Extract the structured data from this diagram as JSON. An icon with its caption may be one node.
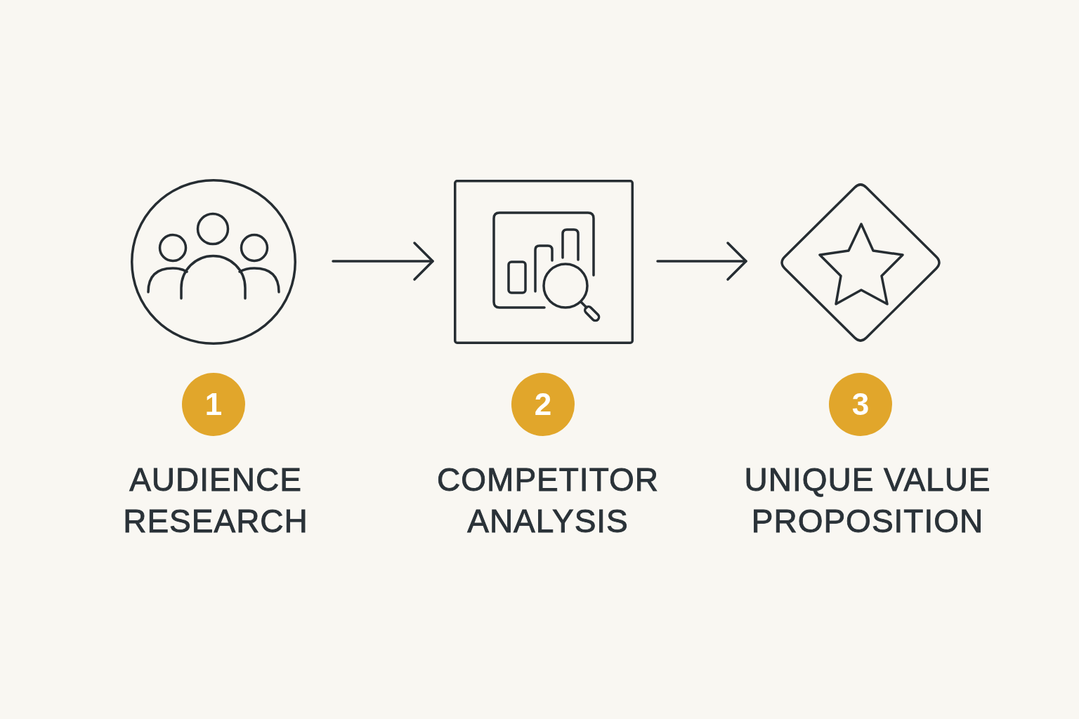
{
  "diagram": {
    "nodes": [
      {
        "text": [],
        "shape": "circle"
      },
      {
        "text": [],
        "shape": "box"
      },
      {
        "text": [],
        "shape": "diamond"
      },
      {
        "text": [
          "1"
        ],
        "beside": [
          "AUDIENCE RESEARCH"
        ]
      },
      {
        "text": [
          "2"
        ],
        "beside": [
          "COMPETITOR ANALYSIS"
        ]
      },
      {
        "text": [
          "3"
        ],
        "beside": [
          "UNIQUE VALUE PROPOSITION"
        ]
      }
    ],
    "edges": [
      {
        "from": 0,
        "to": 1,
        "arrow": "to"
      },
      {
        "from": 1,
        "to": 2,
        "arrow": "to"
      }
    ]
  }
}
